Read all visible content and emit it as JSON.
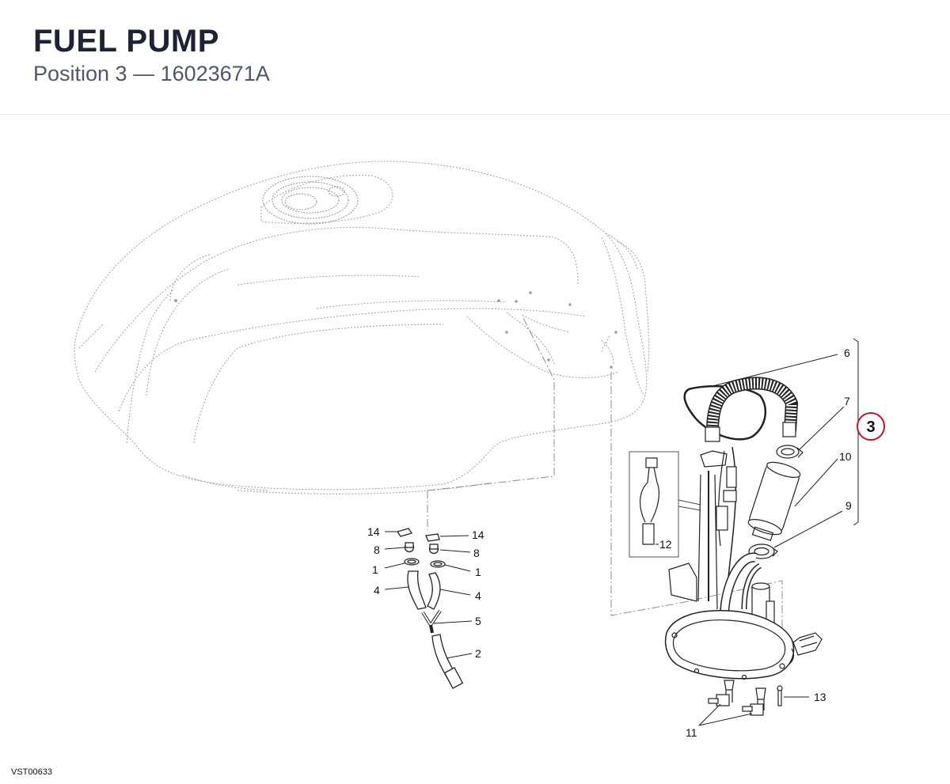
{
  "header": {
    "title": "FUEL PUMP",
    "subtitle": "Position 3 — 16023671A"
  },
  "diagram": {
    "group_callout": "3",
    "callouts": {
      "c14a": "14",
      "c8a": "8",
      "c1a": "1",
      "c4a": "4",
      "c14b": "14",
      "c8b": "8",
      "c1b": "1",
      "c4b": "4",
      "c5": "5",
      "c2": "2",
      "c6": "6",
      "c7": "7",
      "c10": "10",
      "c9": "9",
      "c12": "12",
      "c13": "13",
      "c11": "11"
    },
    "accent_color": "#c8102e"
  },
  "footer": {
    "drawing_code": "VST00633"
  }
}
